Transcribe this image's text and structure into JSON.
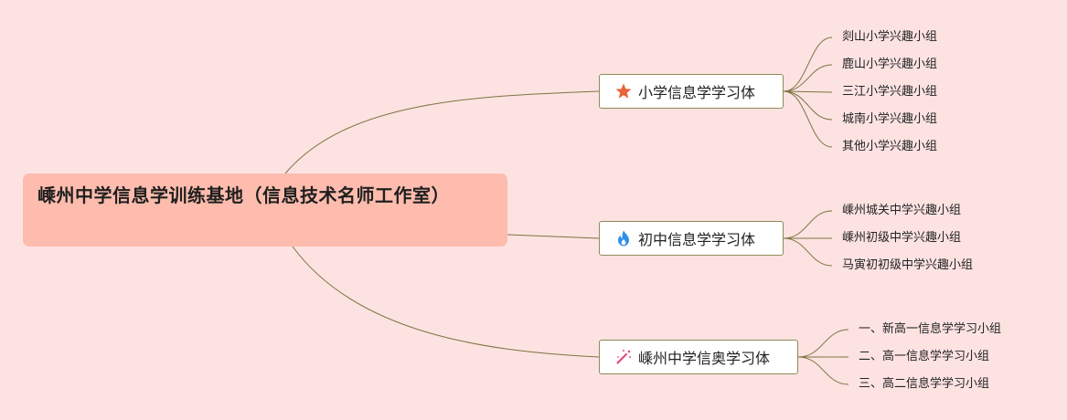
{
  "root": {
    "title": "嵊州中学信息学训练基地（信息技术名师工作室）"
  },
  "branches": [
    {
      "label": "小学信息学学习体",
      "icon": "star-icon",
      "color": "#e8643c",
      "children": [
        "剡山小学兴趣小组",
        "鹿山小学兴趣小组",
        "三江小学兴趣小组",
        "城南小学兴趣小组",
        "其他小学兴趣小组"
      ]
    },
    {
      "label": "初中信息学学习体",
      "icon": "flame-icon",
      "color": "#2f8fe8",
      "children": [
        "嵊州城关中学兴趣小组",
        "嵊州初级中学兴趣小组",
        "马寅初初级中学兴趣小组"
      ]
    },
    {
      "label": "嵊州中学信奥学习体",
      "icon": "magic-wand-icon",
      "color": "#e84a7a",
      "children": [
        "一、新高一信息学学习小组",
        "二、高一信息学学习小组",
        "三、高二信息学学习小组"
      ]
    }
  ],
  "colors": {
    "background": "#fde2e2",
    "root_fill": "#fdbcad",
    "line": "#7a7440"
  }
}
